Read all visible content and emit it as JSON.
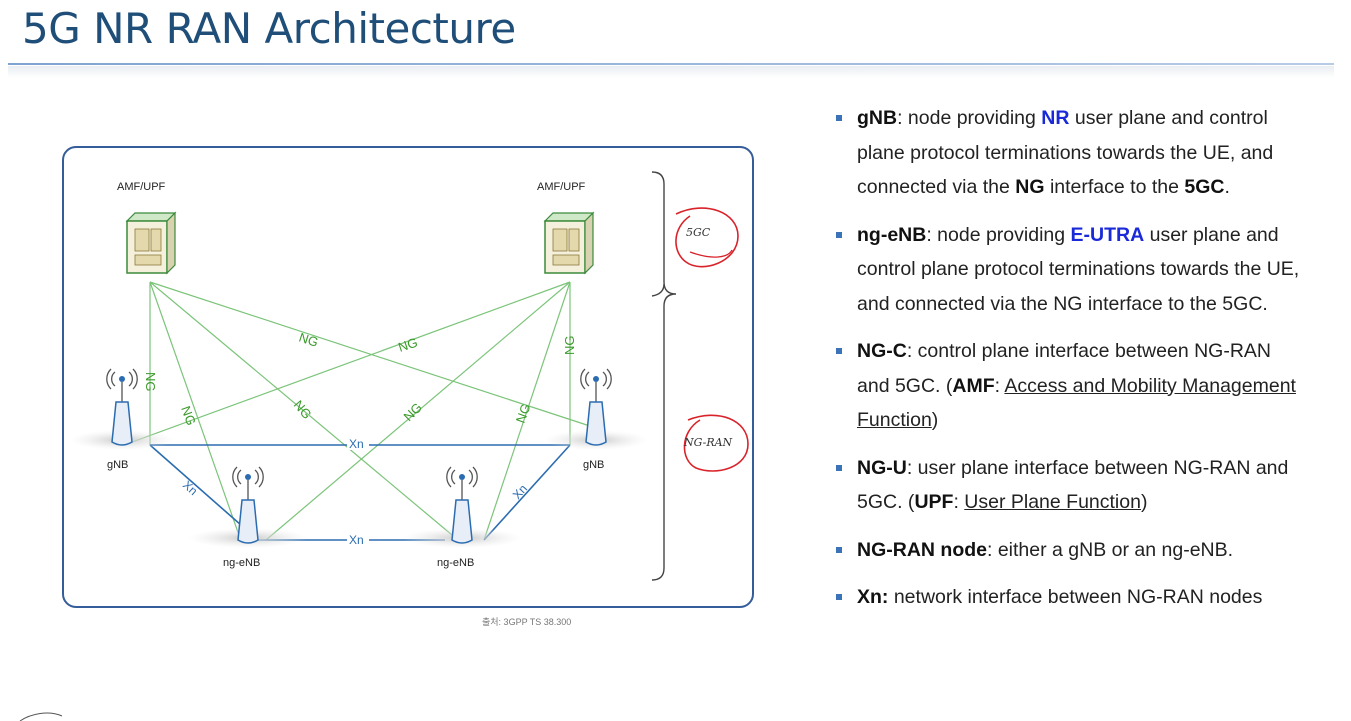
{
  "title": "5G NR RAN Architecture",
  "diagram": {
    "core_nodes": [
      "AMF/UPF",
      "AMF/UPF"
    ],
    "gnb_label": "gNB",
    "ngenb_label": "ng-eNB",
    "ng_label": "NG",
    "xn_label": "Xn",
    "group_5gc": "5GC",
    "group_ngran": "NG-RAN",
    "source": "출처: 3GPP TS 38.300"
  },
  "bullets": [
    {
      "parts": [
        {
          "t": "gNB",
          "s": "b"
        },
        {
          "t": ": node providing ",
          "s": ""
        },
        {
          "t": "NR",
          "s": "blue"
        },
        {
          "t": " user plane and control plane protocol terminations towards the UE, and connected via the ",
          "s": ""
        },
        {
          "t": "NG",
          "s": "b"
        },
        {
          "t": " interface to the ",
          "s": ""
        },
        {
          "t": "5GC",
          "s": "b"
        },
        {
          "t": ".",
          "s": ""
        }
      ]
    },
    {
      "parts": [
        {
          "t": "ng-eNB",
          "s": "b"
        },
        {
          "t": ": node providing ",
          "s": ""
        },
        {
          "t": "E-UTRA",
          "s": "blue"
        },
        {
          "t": " user plane and control plane protocol terminations towards the UE, and connected via the NG interface to the 5GC.",
          "s": ""
        }
      ]
    },
    {
      "parts": [
        {
          "t": "NG-C",
          "s": "b"
        },
        {
          "t": ": control plane interface between NG-RAN and 5GC. (",
          "s": ""
        },
        {
          "t": "AMF",
          "s": "b"
        },
        {
          "t": ": ",
          "s": ""
        },
        {
          "t": "Access and Mobility Management Function",
          "s": "u"
        },
        {
          "t": ")",
          "s": ""
        }
      ]
    },
    {
      "parts": [
        {
          "t": "NG-U",
          "s": "b"
        },
        {
          "t": ": user plane interface between NG-RAN and 5GC. (",
          "s": ""
        },
        {
          "t": "UPF",
          "s": "b"
        },
        {
          "t": ": ",
          "s": ""
        },
        {
          "t": "User Plane Function",
          "s": "u"
        },
        {
          "t": ")",
          "s": ""
        }
      ]
    },
    {
      "parts": [
        {
          "t": "NG-RAN node",
          "s": "b"
        },
        {
          "t": ": either a gNB or an ng-eNB.",
          "s": ""
        }
      ]
    },
    {
      "parts": [
        {
          "t": "Xn:",
          "s": "b"
        },
        {
          "t": " network interface between NG-RAN nodes",
          "s": ""
        }
      ]
    }
  ],
  "colors": {
    "title": "#1f4e79",
    "frame": "#355d9a",
    "ng_line": "#7cc47a",
    "xn_line": "#2b6cb0",
    "highlight_blue": "#1a2ad8",
    "bullet": "#3b73b9",
    "annotation_red": "#d9232a"
  }
}
